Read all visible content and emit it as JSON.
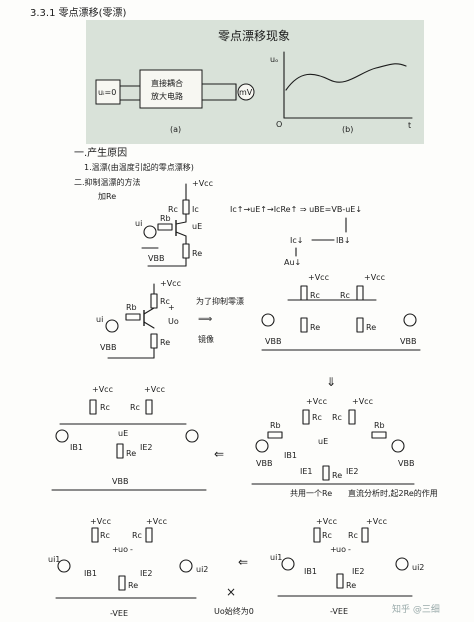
{
  "section_heading": "3.3.1 零点漂移(零漂)",
  "figure": {
    "title": "零点漂移现象",
    "amp_box_line1": "直接耦合",
    "amp_box_line2": "放大电路",
    "input_label": "uᵢ=0",
    "meter_label": "mV",
    "caption_a": "(a)",
    "caption_b": "(b)",
    "axis_y": "uₒ",
    "axis_x": "t",
    "origin": "O"
  },
  "notes": {
    "cause_heading": "一.产生原因",
    "cause_item": "1.温漂(由温度引起的零点漂移)",
    "method_heading": "二.抑制温漂的方法",
    "method_item": "加Re",
    "chain1": "Ic↑→uE↑→IcRe↑ ⇒ uBE=VB-uE↓",
    "chain2": "Ic↓",
    "chain3": "IB↓",
    "chain4": "Au↓",
    "suppress": "为了抑制零漂",
    "mirror": "镜像",
    "shared_re": "共用一个Re",
    "ac_note": "直流分析时,起2Re的作用",
    "uo_zero": "Uo始终为0",
    "watermark": "知乎 @三细"
  },
  "circuit_labels": {
    "vcc": "+Vcc",
    "rc": "Rc",
    "rb": "Rb",
    "re": "Re",
    "ic": "Ic",
    "ue": "uE",
    "ui": "ui",
    "vbb": "VBB",
    "uo": "Uo",
    "uo_plus": "+",
    "uo_minus": "-",
    "ib1": "IB1",
    "ie1": "IE1",
    "ie2": "IE2",
    "ui1": "ui1",
    "ui2": "ui2",
    "neg_vee": "-VEE",
    "uo_diff": "uo"
  }
}
